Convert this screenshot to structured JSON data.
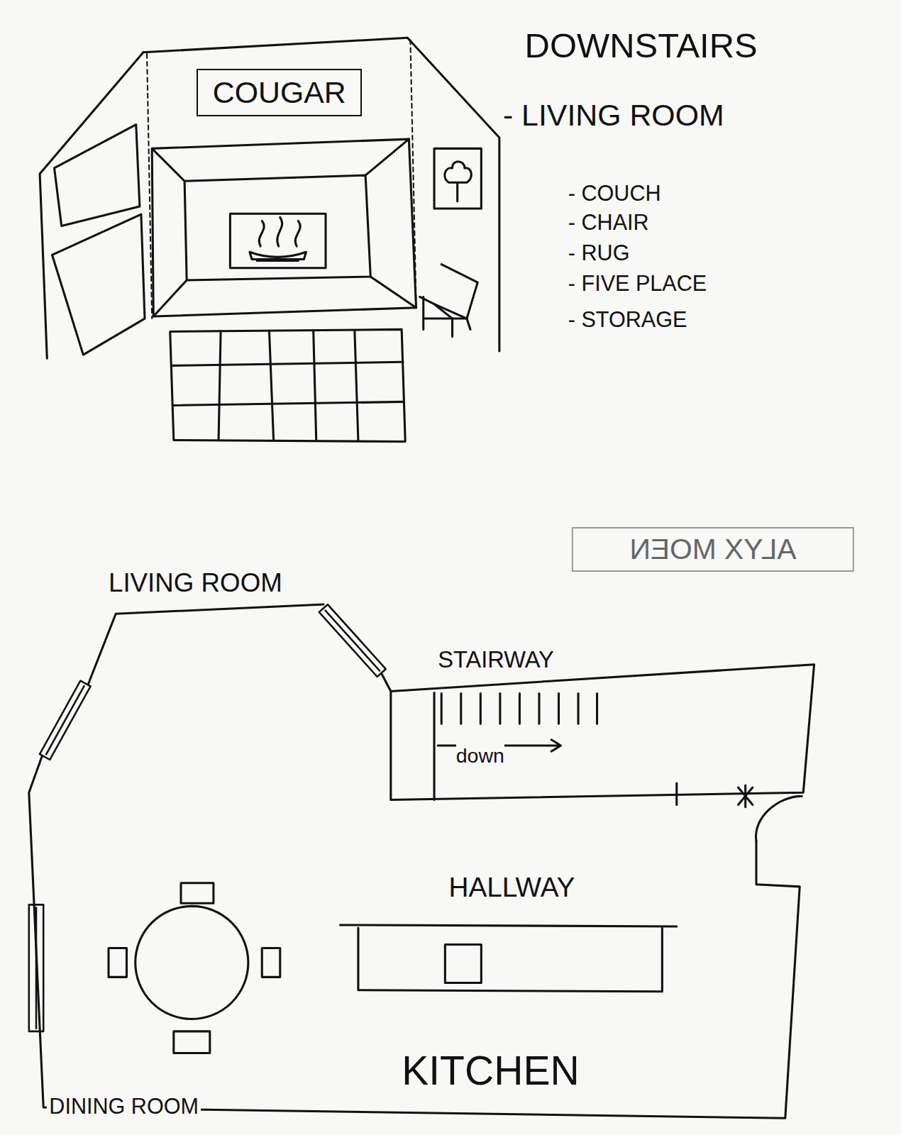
{
  "diagram": {
    "title": "DOWNSTAIRS",
    "nodes": [
      {
        "text": [
          "COUGAR"
        ]
      },
      {
        "text": [
          "STAIRWAY",
          "down"
        ]
      },
      {
        "text": [
          "ALYX MOEN"
        ]
      }
    ],
    "labels": [
      "- LIVING ROOM",
      "- COUCH",
      "- CHAIR",
      "- RUG",
      "- FIVE PLACE",
      "- STORAGE",
      "LIVING ROOM",
      "HALLWAY",
      "KITCHEN",
      "DINING ROOM"
    ]
  }
}
